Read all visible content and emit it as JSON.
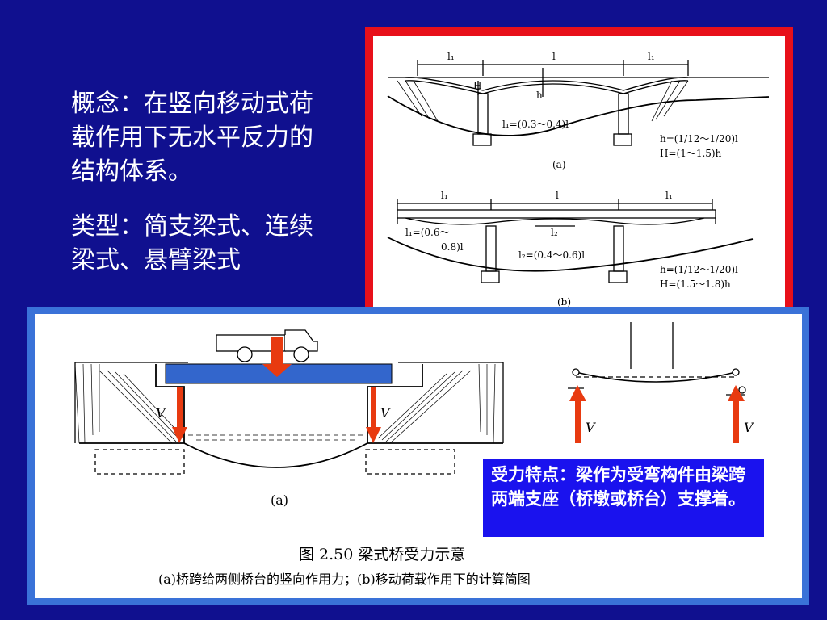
{
  "concept": {
    "definition": "概念：在竖向移动式荷载作用下无水平反力的结构体系。",
    "types": "类型：简支梁式、连续梁式、悬臂梁式"
  },
  "top_figure": {
    "a": {
      "span_left": "l₁",
      "span_mid": "l",
      "span_right": "l₁",
      "H_label": "H",
      "h_label": "h",
      "formula_l1": "l₁=(0.3～0.4)l",
      "formula_h": "h=(1/12～1/20)l",
      "formula_H": "H=(1～1.5)h",
      "tag": "(a)"
    },
    "b": {
      "span_left": "l₁",
      "span_mid": "l",
      "span_right": "l₁",
      "inner_span": "l₂",
      "formula_l1_line1": "l₁=(0.6～",
      "formula_l1_line2": "0.8)l",
      "formula_l2": "l₂=(0.4～0.6)l",
      "formula_h": "h=(1/12～1/20)l",
      "formula_H": "H=(1.5～1.8)h",
      "tag": "(b)"
    }
  },
  "bottom_figure": {
    "V_left": "V",
    "V_right": "V",
    "V_small_left": "V",
    "V_small_right": "V",
    "tag": "(a)",
    "callout": "受力特点：梁作为受弯构件由梁跨两端支座（桥墩或桥台）支撑着。",
    "caption_main": "图 2.50   梁式桥受力示意",
    "caption_sub": "(a)桥跨给两侧桥台的竖向作用力；(b)移动荷载作用下的计算简图"
  },
  "colors": {
    "background": "#10108f",
    "top_frame": "#e8101a",
    "bottom_frame": "#3a72d8",
    "callout": "#1a12ee",
    "beam": "#3366cc",
    "arrow": "#e83a10"
  }
}
